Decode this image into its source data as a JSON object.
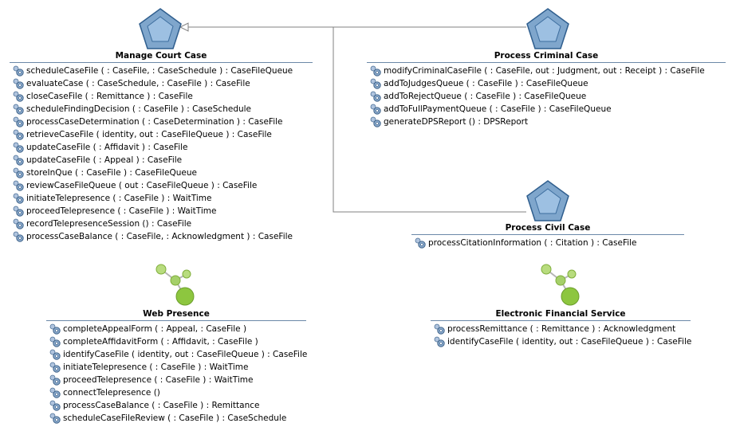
{
  "components": [
    {
      "title": "Manage Court Case",
      "icon": "pentagon-icon",
      "operations": [
        "scheduleCaseFile (  : CaseFile,   : CaseSchedule ) : CaseFileQueue",
        "evaluateCase (  : CaseSchedule,   : CaseFile ) : CaseFile",
        "closeCaseFile (  : Remittance ) : CaseFile",
        "scheduleFindingDecision (  : CaseFile ) : CaseSchedule",
        "processCaseDetermination (  : CaseDetermination ) : CaseFile",
        "retrieveCaseFile ( identity, out : CaseFileQueue ) : CaseFile",
        "updateCaseFile (  : Affidavit ) : CaseFile",
        "updateCaseFile (  : Appeal ) : CaseFile",
        "storeInQue (  : CaseFile ) : CaseFileQueue",
        "reviewCaseFileQueue ( out : CaseFileQueue ) : CaseFile",
        "initiateTelepresence (  : CaseFile ) : WaitTime",
        "proceedTelepresence (  : CaseFile ) : WaitTime",
        "recordTelepresenceSession () : CaseFile",
        "processCaseBalance (  : CaseFile,   : Acknowledgment ) : CaseFile"
      ]
    },
    {
      "title": "Process Criminal Case",
      "icon": "pentagon-icon",
      "operations": [
        "modifyCriminalCaseFile (  : CaseFile, out : Judgment, out : Receipt ) : CaseFile",
        "addToJudgesQueue (  : CaseFile ) : CaseFileQueue",
        "addToRejectQueue (  : CaseFile ) : CaseFileQueue",
        "addToFullPaymentQueue (  : CaseFile ) : CaseFileQueue",
        "generateDPSReport () : DPSReport"
      ]
    },
    {
      "title": "Process Civil Case",
      "icon": "pentagon-icon",
      "operations": [
        "processCitationInformation (  : Citation ) : CaseFile"
      ]
    },
    {
      "title": "Web Presence",
      "icon": "service-node-icon",
      "operations": [
        "completeAppealForm (  : Appeal,   : CaseFile )",
        "completeAffidavitForm (  : Affidavit,   : CaseFile )",
        "identifyCaseFile ( identity, out : CaseFileQueue ) : CaseFile",
        "initiateTelepresence (  : CaseFile ) : WaitTime",
        "proceedTelepresence (  : CaseFile ) : WaitTime",
        "connectTelepresence ()",
        "processCaseBalance (  : CaseFile ) : Remittance",
        "scheduleCaseFileReview (  : CaseFile ) : CaseSchedule"
      ]
    },
    {
      "title": "Electronic Financial Service",
      "icon": "service-node-icon",
      "operations": [
        "processRemittance (  : Remittance ) : Acknowledgment",
        "identifyCaseFile ( identity, out : CaseFileQueue ) : CaseFile"
      ]
    }
  ],
  "colors": {
    "pentagon_fill": "#7fa6cc",
    "pentagon_dark": "#2f5e8e",
    "node_green": "#8dc63f",
    "rule": "#6b88a8",
    "connector": "#808080"
  }
}
